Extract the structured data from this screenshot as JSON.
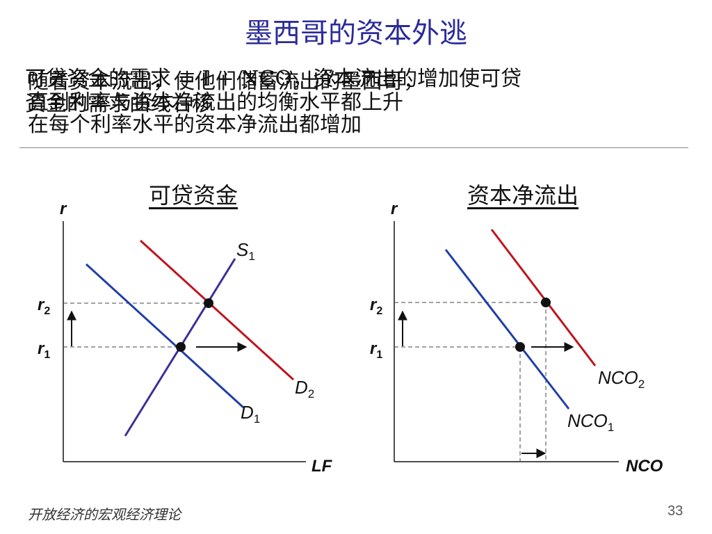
{
  "slide": {
    "title": "墨西哥的资本外逃",
    "body_layer1": {
      "line1": "可贷资金的需求 = I + NCO，资本流出的增加使可贷",
      "line2": "资金的需求曲线右移"
    },
    "body_layer2": {
      "line1": "随着资本流出，使他们储蓄流出的墨西哥，",
      "line2": "直到利率与资本净流出的均衡水平都上升",
      "line3": "在每个利率水平的资本净流出都增加"
    },
    "footer": "开放经济的宏观经济理论",
    "page_number": "33"
  },
  "left_panel": {
    "title": "可贷资金",
    "y_axis": "r",
    "x_axis": "LF",
    "tick_r2": "r",
    "tick_r2_sub": "2",
    "tick_r1": "r",
    "tick_r1_sub": "1",
    "supply_label": "S",
    "supply_sub": "1",
    "demand1_label": "D",
    "demand1_sub": "1",
    "demand2_label": "D",
    "demand2_sub": "2"
  },
  "right_panel": {
    "title": "资本净流出",
    "y_axis": "r",
    "x_axis": "NCO",
    "tick_r2": "r",
    "tick_r2_sub": "2",
    "tick_r1": "r",
    "tick_r1_sub": "1",
    "nco1_label": "NCO",
    "nco1_sub": "1",
    "nco2_label": "NCO",
    "nco2_sub": "2"
  },
  "colors": {
    "title": "#2b2b9a",
    "supply": "#3d2f9a",
    "demand_initial": "#1f3ea8",
    "demand_shifted": "#c0141c",
    "axis": "#111111",
    "guide": "#444444"
  }
}
